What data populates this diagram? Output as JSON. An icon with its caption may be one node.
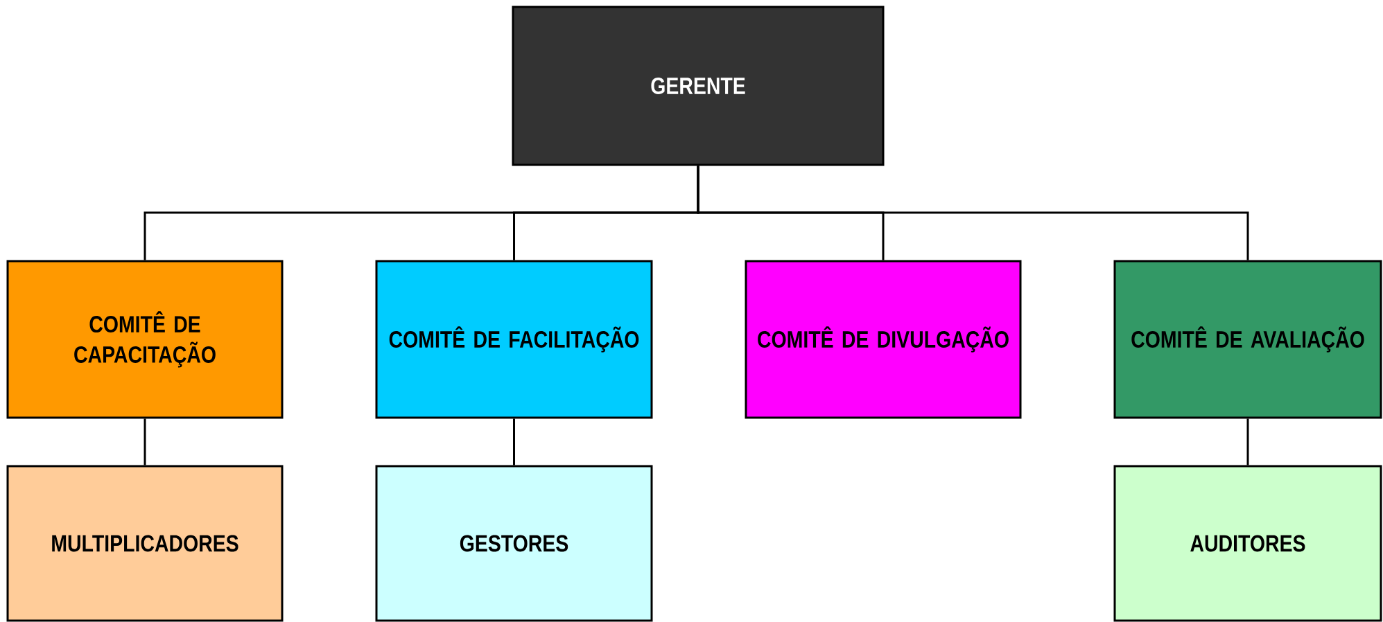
{
  "diagram": {
    "nodes": [
      {
        "text": [
          "GERENTE"
        ]
      },
      {
        "text": [
          "COMITÊ DE CAPACITAÇÃO"
        ]
      },
      {
        "text": [
          "COMITÊ DE FACILITAÇÃO"
        ]
      },
      {
        "text": [
          "COMITÊ DE DIVULGAÇÃO"
        ]
      },
      {
        "text": [
          "COMITÊ DE AVALIAÇÃO"
        ]
      },
      {
        "text": [
          "MULTIPLICADORES"
        ]
      },
      {
        "text": [
          "GESTORES"
        ]
      },
      {
        "text": [
          "AUDITORES"
        ]
      }
    ],
    "edges": [
      {
        "from": 0,
        "to": 1,
        "arrow": "none"
      },
      {
        "from": 0,
        "to": 2,
        "arrow": "none"
      },
      {
        "from": 0,
        "to": 3,
        "arrow": "none"
      },
      {
        "from": 0,
        "to": 4,
        "arrow": "none"
      },
      {
        "from": 1,
        "to": 5,
        "arrow": "none"
      },
      {
        "from": 2,
        "to": 6,
        "arrow": "none"
      },
      {
        "from": 4,
        "to": 7,
        "arrow": "none"
      }
    ]
  }
}
